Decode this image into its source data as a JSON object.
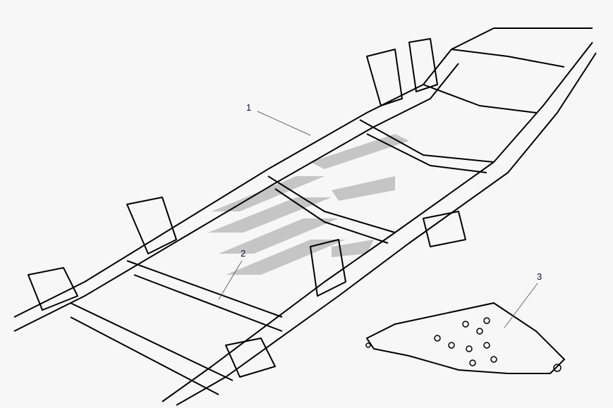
{
  "callouts": [
    {
      "number": "1",
      "part": "frame"
    },
    {
      "number": "2",
      "part": "frame-crossmember"
    },
    {
      "number": "3",
      "part": "skid-plate"
    }
  ],
  "colors": {
    "line": "#000000",
    "leader": "#666666",
    "watermark": "#b8b8b8",
    "background": "#f7f7f7",
    "label": "#0a0a3a"
  }
}
